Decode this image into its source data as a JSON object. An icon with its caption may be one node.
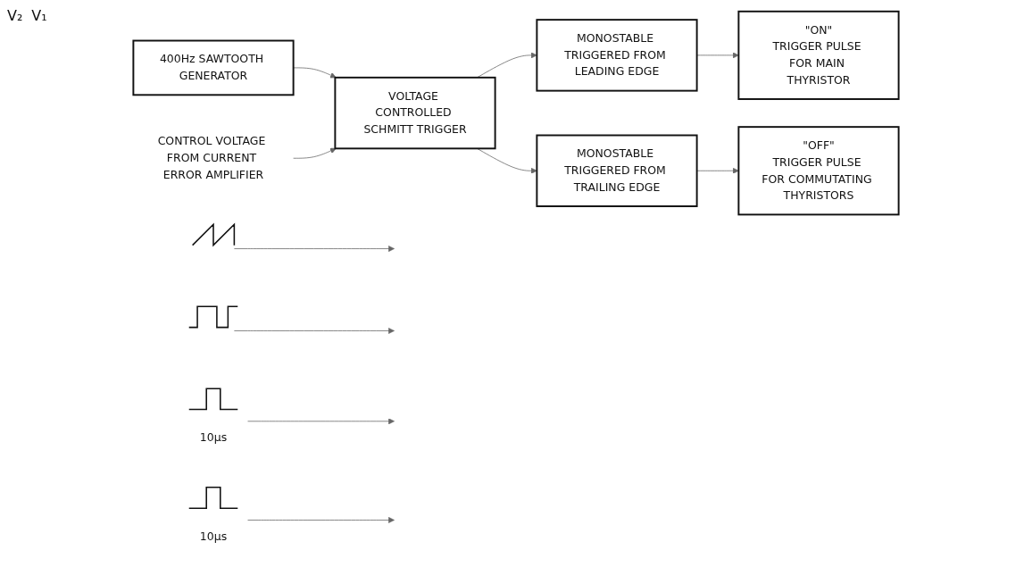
{
  "diagram": {
    "nodes": [
      {
        "text": [
          "400Hz SAWTOOTH GENERATOR"
        ]
      },
      {
        "text": [
          "VOLTAGE CONTROLLED SCHMITT TRIGGER"
        ]
      },
      {
        "text": [
          "MONOSTABLE TRIGGERED FROM LEADING EDGE"
        ]
      },
      {
        "text": [
          "MONOSTABLE TRIGGERED FROM TRAILING EDGE"
        ]
      },
      {
        "text": [
          "CONTROL VOLTAGE FROM CURRENT ERROR AMPLIFIER"
        ]
      },
      {
        "text": [
          "\"ON\"",
          "TRIGGER PULSE FOR MAIN THYRISTOR"
        ]
      },
      {
        "text": [
          "\"OFF\"",
          "TRIGGER PULSE FOR COMMUTATING THYRISTORS"
        ]
      },
      {
        "text": [],
        "shape": "picture"
      },
      {
        "text": [],
        "shape": "picture"
      },
      {
        "text": [
          "10µs"
        ]
      },
      {
        "text": [
          "10µs"
        ]
      }
    ],
    "edges": [
      {
        "from": 0,
        "to": 1,
        "arrow": "to"
      },
      {
        "from": 4,
        "to": 1,
        "arrow": "to"
      },
      {
        "from": 1,
        "to": 2,
        "arrow": "to"
      },
      {
        "from": 1,
        "to": 3,
        "arrow": "to"
      },
      {
        "from": 2,
        "to": 5,
        "arrow": "to"
      },
      {
        "from": 3,
        "to": 6,
        "arrow": "to"
      },
      {
        "from": 7,
        "to": null,
        "arrow": "to"
      },
      {
        "from": 8,
        "to": null,
        "arrow": "to"
      },
      {
        "from": 9,
        "to": null,
        "arrow": "to"
      },
      {
        "from": 10,
        "to": null,
        "arrow": "to"
      }
    ],
    "labels": [
      "V₂",
      "V₁"
    ]
  }
}
